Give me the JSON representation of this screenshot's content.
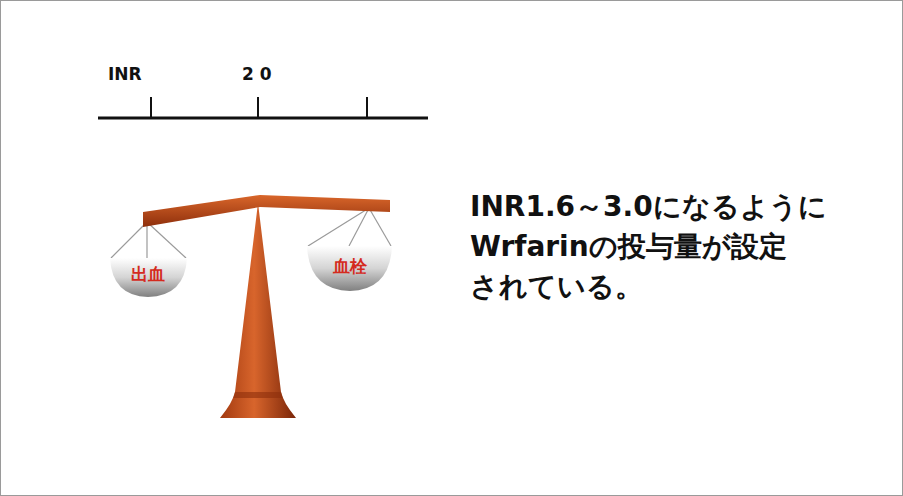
{
  "diagram": {
    "nodes": [
      {
        "text": [
          "出血"
        ]
      },
      {
        "text": [
          "血栓"
        ]
      }
    ],
    "labels": [
      "INR",
      "2 0",
      "INR1.6～3.0になるように Wrfarinの投与量が設定 されている。"
    ]
  }
}
